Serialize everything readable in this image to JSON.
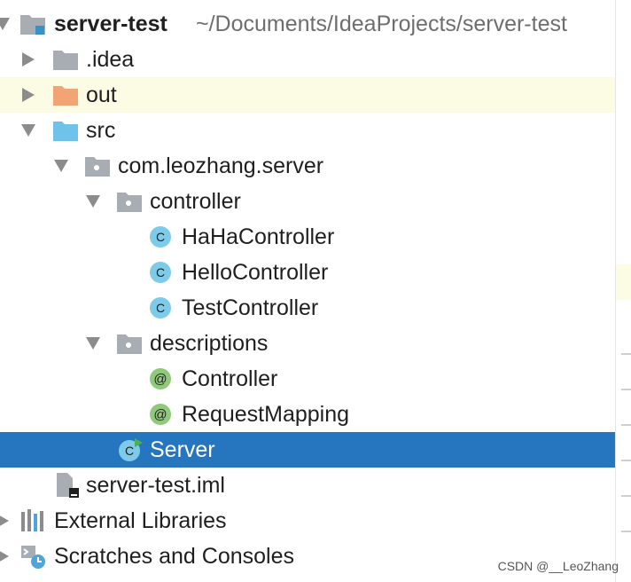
{
  "project": {
    "name": "server-test",
    "path": "~/Documents/IdeaProjects/server-test"
  },
  "tree": {
    "idea": ".idea",
    "out": "out",
    "src": "src",
    "package": "com.leozhang.server",
    "controller": "controller",
    "haha": "HaHaController",
    "hello": "HelloController",
    "test": "TestController",
    "descriptions": "descriptions",
    "annotation_controller": "Controller",
    "annotation_request": "RequestMapping",
    "server": "Server",
    "iml": "server-test.iml",
    "external": "External Libraries",
    "scratches": "Scratches and Consoles"
  },
  "icons": {
    "class_glyph": "C",
    "annotation_glyph": "@"
  },
  "watermark": "CSDN @__LeoZhang",
  "colors": {
    "selected_bg": "#2675bf",
    "excluded_bg": "#fcfbe3",
    "folder_gray": "#a8adb3",
    "folder_orange": "#f2a474",
    "folder_blue": "#6fc3ea",
    "class_blue": "#7dcbe8",
    "annotation_green": "#8fc97c"
  }
}
